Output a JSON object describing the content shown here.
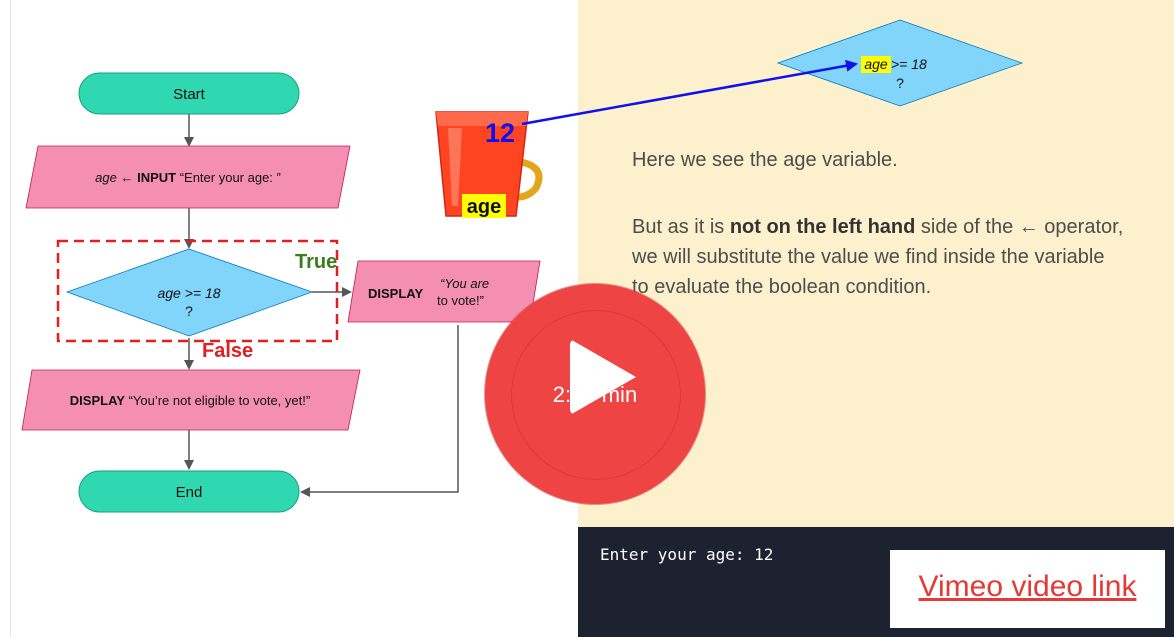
{
  "flowchart": {
    "start_label": "Start",
    "input": {
      "var": "age",
      "keyword": "INPUT",
      "prompt": "“Enter your age: ”"
    },
    "decision": {
      "line1": "age >= 18",
      "line2": "?"
    },
    "true_label": "True",
    "false_label": "False",
    "display_true": {
      "keyword": "DISPLAY",
      "line1": "“You are",
      "line2": "to vote!”"
    },
    "display_false": {
      "keyword": "DISPLAY",
      "text": "“You’re not eligible to vote, yet!”"
    },
    "end_label": "End"
  },
  "bucket": {
    "value": "12",
    "label": "age"
  },
  "preview_decision": {
    "var": "age",
    "rest": " >= 18",
    "line2": "?"
  },
  "explanation": {
    "p1": "Here we see the age variable.",
    "p2_start": "But as it is ",
    "p2_bold": "not on the left hand",
    "p2_mid": " side of the ← operator,",
    "p2_line2": "we will substitute the value we find inside the variable",
    "p2_line3": "to evaluate the boolean condition."
  },
  "play_button": {
    "duration": "2:38 min"
  },
  "terminal": {
    "output": "Enter your age: 12"
  },
  "vimeo": {
    "label": "Vimeo video link"
  },
  "colors": {
    "terminal_green": "#2fd8b0",
    "process_pink": "#f48fb1",
    "decision_blue": "#81d4fa",
    "panel_cream": "#fdf0cc",
    "terminal_bg": "#1d2230",
    "play_red": "#ef4444",
    "true_green": "#3a7d1f",
    "false_red": "#e02020",
    "value_blue": "#1010ee"
  }
}
